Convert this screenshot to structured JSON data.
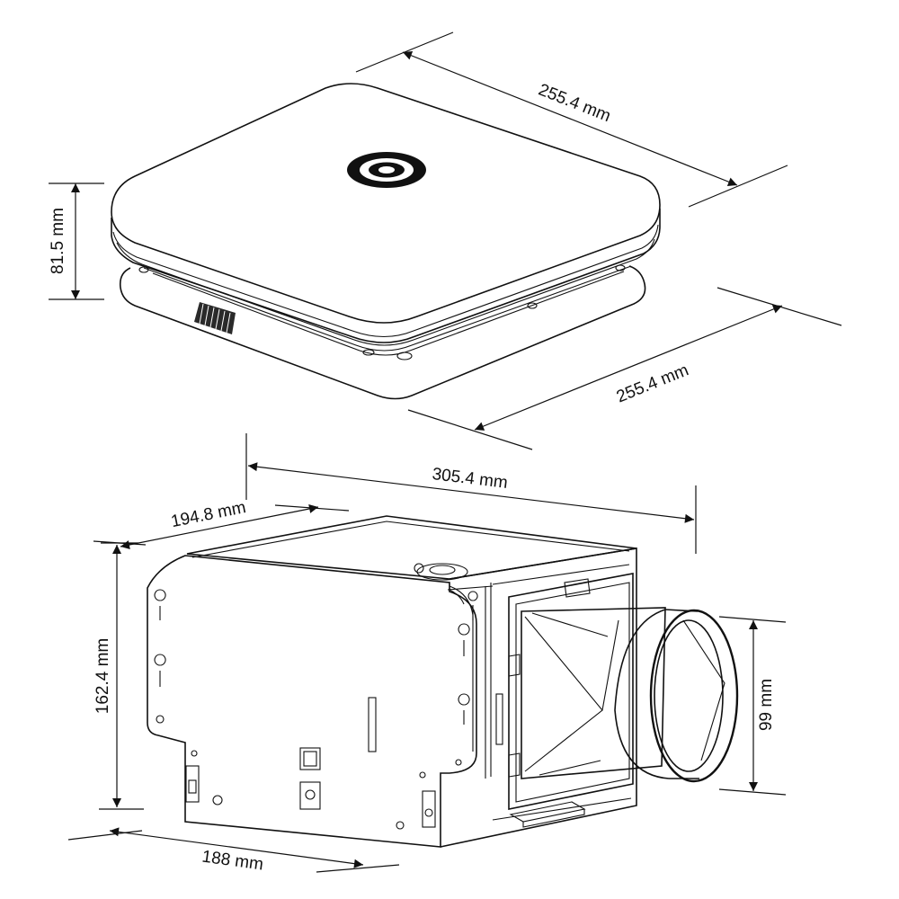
{
  "dimensions": {
    "grille_depth": "255.4 mm",
    "grille_width": "255.4 mm",
    "grille_height": "81.5 mm",
    "housing_length": "305.4 mm",
    "housing_width": "194.8 mm",
    "housing_height": "162.4 mm",
    "housing_base": "188 mm",
    "duct_diameter": "99 mm"
  }
}
